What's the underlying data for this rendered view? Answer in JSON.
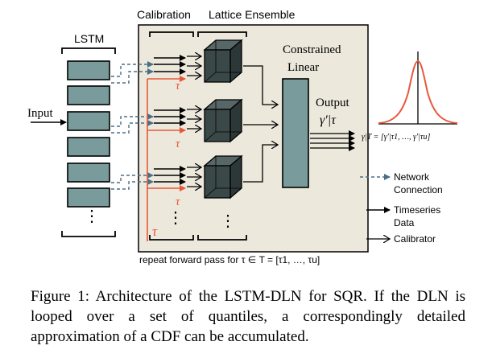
{
  "figure": {
    "title_calibration": "Calibration",
    "title_lattice_ensemble": "Lattice Ensemble",
    "lstm_label": "LSTM",
    "input_label": "Input",
    "constrained_label": "Constrained",
    "linear_label": "Linear",
    "output_label": "Output",
    "gamma_label": "γ′|τ",
    "tau_symbol": "τ",
    "dots": "⋮",
    "gamma_vector_label": "γ|T = [γ′|τ1, …, γ′|τu]",
    "repeat_label": "repeat forward pass for  τ ∈ T = [τ1, …, τu]"
  },
  "legend": {
    "network_connection": [
      "Network",
      "Connection"
    ],
    "timeseries_data": [
      "Timeseries",
      "Data"
    ],
    "calibrator": "Calibrator"
  },
  "caption": "Figure 1: Architecture of the LSTM-DLN for SQR. If the DLN is looped over a set of quantiles, a correspondingly detailed approximation of a CDF can be accumulated.",
  "colors": {
    "panel": "#ece8dc",
    "lstm_cell": "#7a9b9b",
    "cube": "#3b4848",
    "linear_block": "#7a9b9b",
    "tau_red": "#e8573a",
    "network_blue": "#4a6e86"
  }
}
